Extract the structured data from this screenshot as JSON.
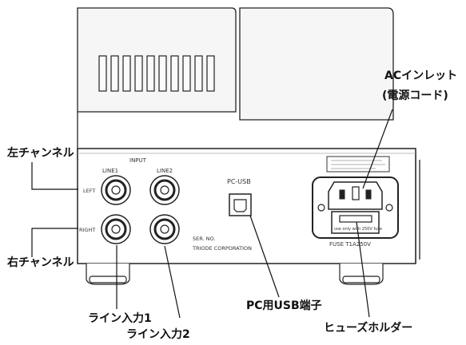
{
  "panel_labels": {
    "input": "INPUT",
    "line1": "LINE1",
    "line2": "LINE2",
    "left": "LEFT",
    "right": "RIGHT",
    "pc_usb": "PC-USB",
    "ser_no": "SER. NO.",
    "corporation": "TRIODE CORPORATION",
    "fuse_rating": "FUSE T1A250V",
    "fuse_note": "use only with 250V fuse"
  },
  "callouts": {
    "left_channel": "左チャンネル",
    "right_channel": "右チャンネル",
    "line_input_1": "ライン入力1",
    "line_input_2": "ライン入力2",
    "pc_usb_port": "PC用USB端子",
    "fuse_holder": "ヒューズホルダー",
    "ac_inlet_line1": "ACインレット",
    "ac_inlet_line2": "(電源コード)"
  }
}
